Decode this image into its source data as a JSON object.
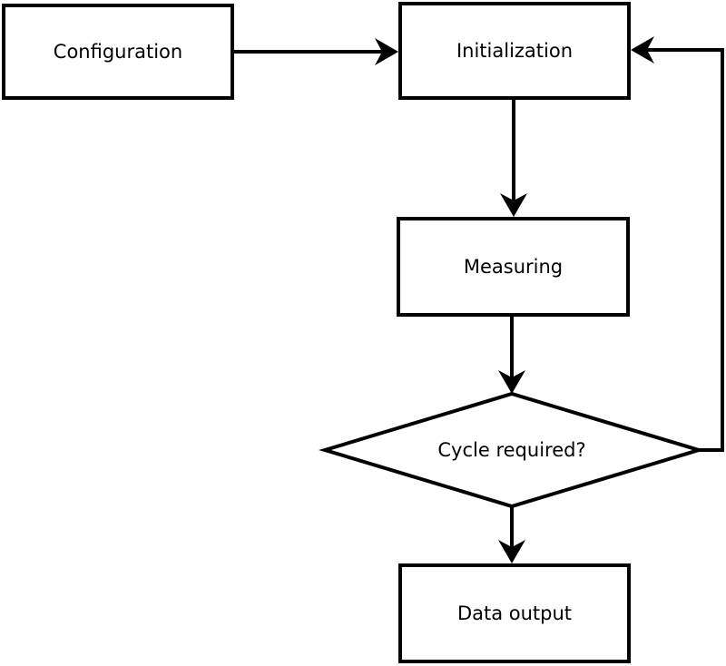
{
  "diagram": {
    "type": "flowchart",
    "background_color": "#ffffff",
    "stroke_color": "#000000",
    "text_color": "#000000",
    "nodes": [
      {
        "id": "configuration",
        "label": "Configuration",
        "shape": "rectangle"
      },
      {
        "id": "initialization",
        "label": "Initialization",
        "shape": "rectangle"
      },
      {
        "id": "measuring",
        "label": "Measuring",
        "shape": "rectangle"
      },
      {
        "id": "cycle_required",
        "label": "Cycle required?",
        "shape": "diamond"
      },
      {
        "id": "data_output",
        "label": "Data output",
        "shape": "rectangle"
      }
    ],
    "edges": [
      {
        "from": "configuration",
        "to": "initialization",
        "style": "arrow-right"
      },
      {
        "from": "initialization",
        "to": "measuring",
        "style": "arrow-down"
      },
      {
        "from": "measuring",
        "to": "cycle_required",
        "style": "arrow-down"
      },
      {
        "from": "cycle_required",
        "to": "data_output",
        "style": "arrow-down"
      },
      {
        "from": "cycle_required",
        "to": "initialization",
        "style": "feedback-loop-right-side"
      }
    ]
  }
}
